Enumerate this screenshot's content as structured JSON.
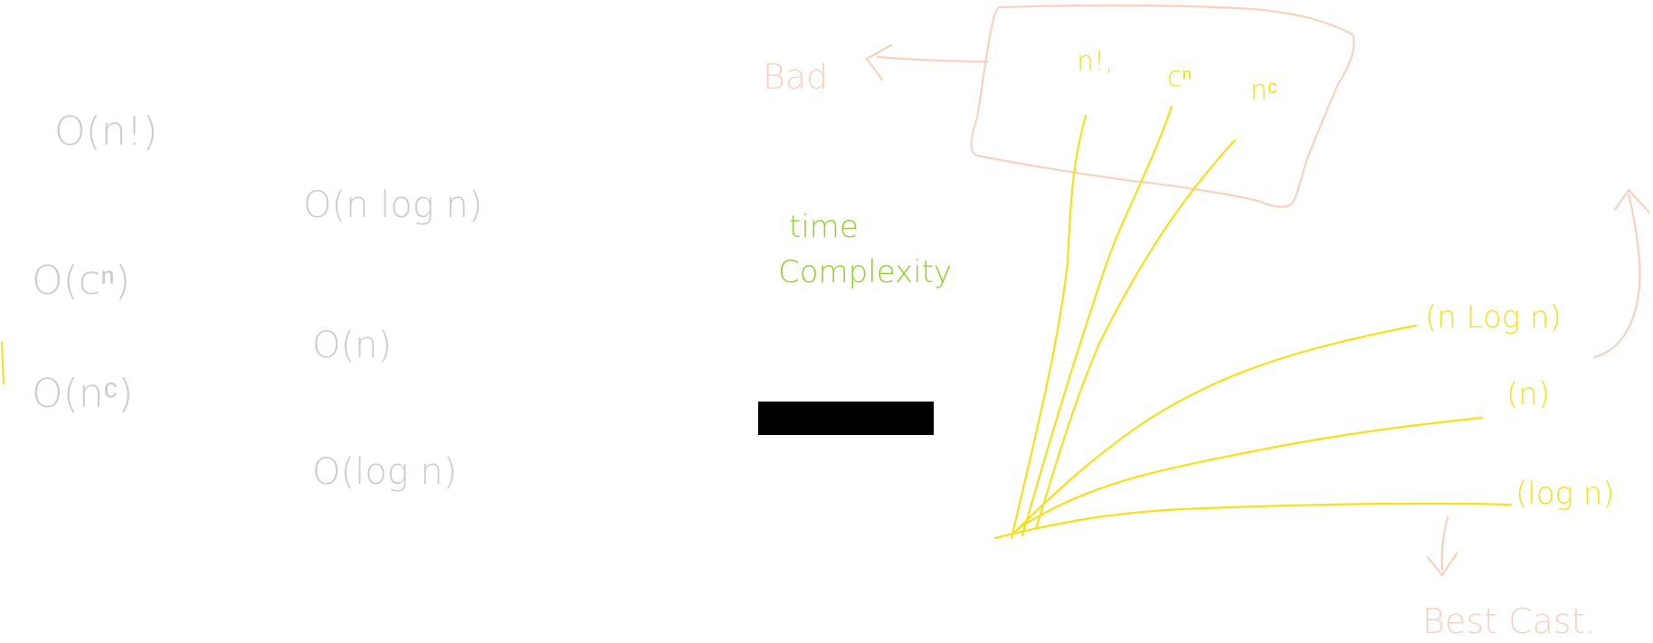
{
  "colors": {
    "gray": "#cccccc",
    "yellow": "#f2e21c",
    "peach": "#f7d3bf",
    "green": "#8fd12a",
    "black": "#000000"
  },
  "left_column": [
    "O(n!)",
    "O(cⁿ)",
    "O(nᶜ)"
  ],
  "mid_column": [
    "O(n log n)",
    "O(n)",
    "O(log n)"
  ],
  "title": {
    "line1": "time",
    "line2": "Complexity"
  },
  "bad_label": "Bad",
  "best_label": "Best Cast.",
  "top_box": {
    "labels": [
      "n!,",
      "cⁿ",
      "nᶜ"
    ]
  },
  "right_labels": [
    "(n Log n)",
    "(n)",
    "(log n)"
  ]
}
